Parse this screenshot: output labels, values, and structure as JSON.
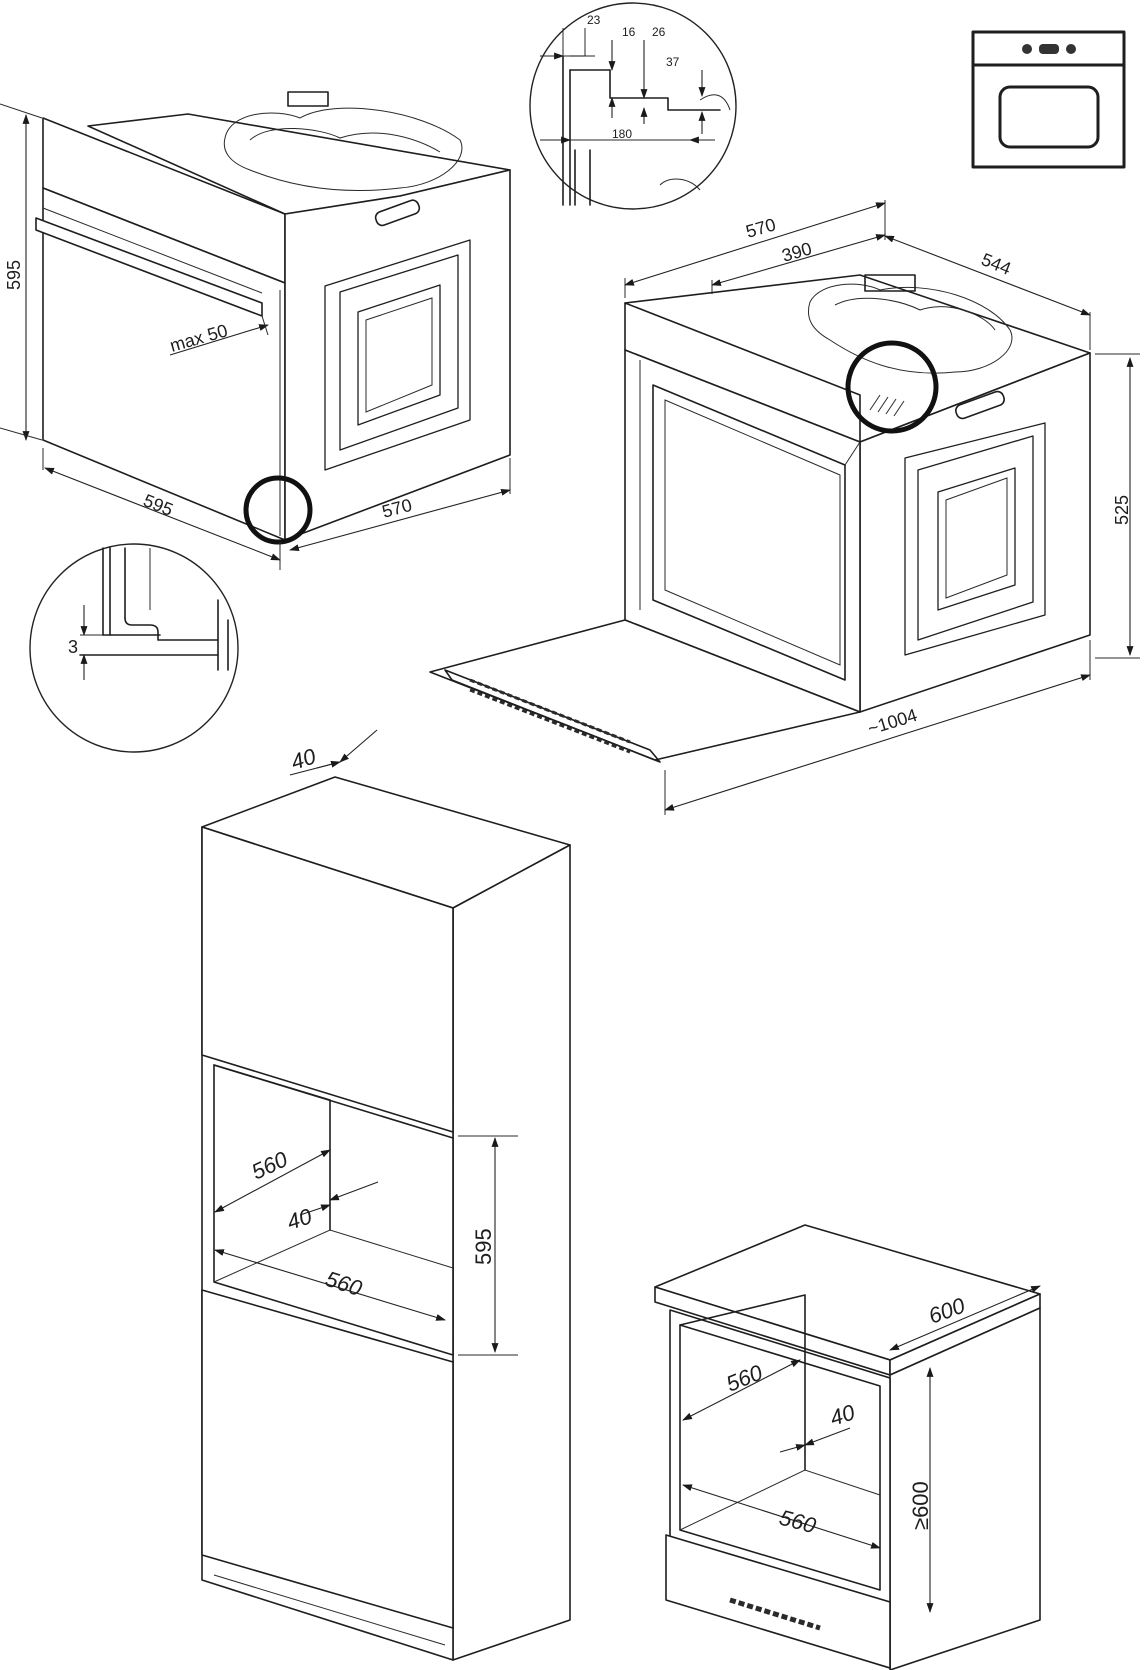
{
  "icon": "built-in-oven-icon",
  "oven_side_view": {
    "height": "595",
    "width": "595",
    "depth": "570",
    "handle_protrusion": "max 50"
  },
  "detail_bottom": {
    "gap": "3"
  },
  "detail_top": {
    "d1": "23",
    "d2": "16",
    "d3": "26",
    "d4": "37",
    "d5": "180"
  },
  "oven_open_view": {
    "width": "570",
    "top_depth": "390",
    "side_depth": "544",
    "height": "525",
    "open_depth": "~1004"
  },
  "tall_cabinet": {
    "rear_gap": "40",
    "niche_depth": "560",
    "niche_rear_gap": "40",
    "niche_width": "560",
    "niche_height": "595"
  },
  "under_counter": {
    "counter_depth": "600",
    "niche_depth": "560",
    "rear_gap": "40",
    "niche_width": "560",
    "niche_height": "≥600"
  }
}
